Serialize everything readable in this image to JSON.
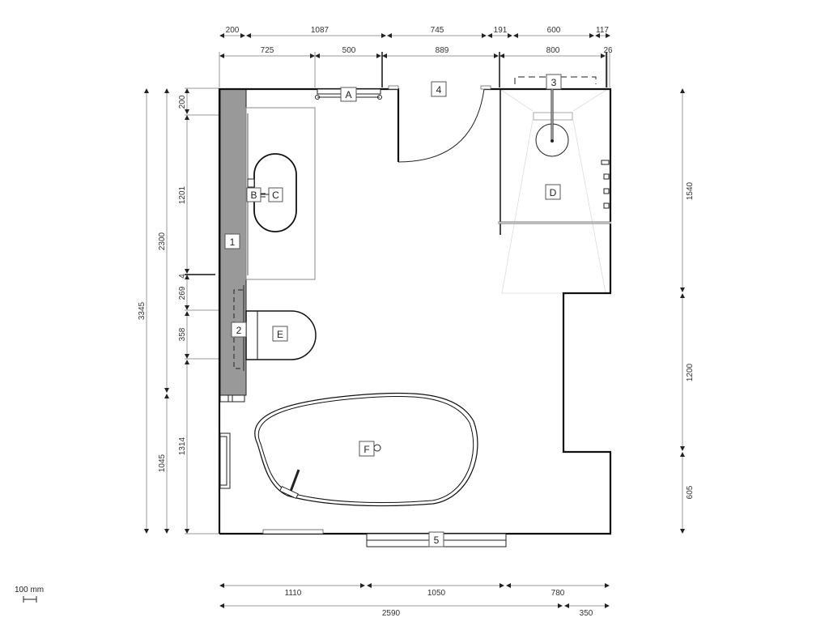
{
  "plan": {
    "type": "bathroom floor plan",
    "scale_bar": {
      "label": "100 mm"
    },
    "colors": {
      "wall": "#111111",
      "dim_line": "#9a9a9a",
      "counter": "#999999",
      "faint": "#dddddd"
    }
  },
  "dimensions": {
    "top_row_1": [
      "200",
      "1087",
      "745",
      "191",
      "600",
      "117"
    ],
    "top_row_2": [
      "725",
      "500",
      "889",
      "800",
      "26"
    ],
    "left_outer": [
      "3345"
    ],
    "left_middle": [
      "2300",
      "1045"
    ],
    "left_inner": [
      "200",
      "1201",
      "4",
      "269",
      "358",
      "1314"
    ],
    "right": [
      "1540",
      "1200",
      "605"
    ],
    "bottom_row_1": [
      "1110",
      "1050",
      "780"
    ],
    "bottom_row_2": [
      "2590",
      "350"
    ]
  },
  "fixtures": {
    "A": "A",
    "B": "B",
    "C": "C",
    "D": "D",
    "E": "E",
    "F": "F"
  },
  "openings": {
    "n1": "1",
    "n2": "2",
    "n3": "3",
    "n4": "4",
    "n5": "5"
  }
}
